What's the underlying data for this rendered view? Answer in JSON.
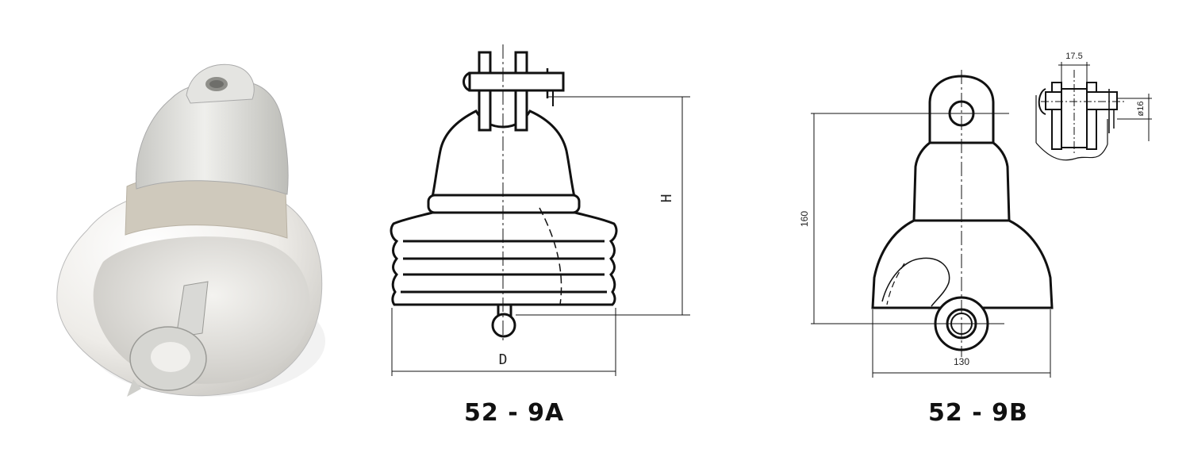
{
  "drawings": [
    {
      "id": "52-9a",
      "caption": "52 - 9A",
      "dimension_labels": {
        "height": "H",
        "diameter": "D"
      }
    },
    {
      "id": "52-9b",
      "caption": "52 - 9B",
      "dimension_labels": {
        "height": "160",
        "diameter": "130",
        "clevis_width": "17.5",
        "pin_diameter": "ø16"
      }
    }
  ],
  "colors": {
    "line": "#111111",
    "porcelain": "#f2f0ec",
    "cement": "#cfc9bc",
    "iron": "#d9d9d6"
  }
}
